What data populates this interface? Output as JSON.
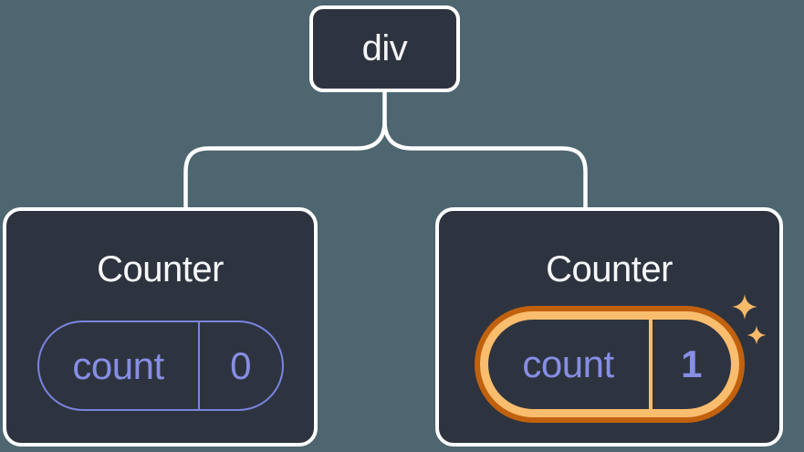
{
  "tree": {
    "root": {
      "label": "div"
    },
    "children": [
      {
        "title": "Counter",
        "state": {
          "key": "count",
          "value": "0"
        },
        "highlighted": false
      },
      {
        "title": "Counter",
        "state": {
          "key": "count",
          "value": "1"
        },
        "highlighted": true
      }
    ]
  },
  "icons": {
    "sparkle_large": "sparkle-icon",
    "sparkle_small": "sparkle-icon"
  },
  "colors": {
    "background": "#4d6670",
    "node_fill": "#2e343f",
    "node_border": "#ffffff",
    "connector_line": "#ffffff",
    "text_primary": "#f6f7f9",
    "state_accent_text": "#868ee5",
    "state_accent_border": "#7a83e0",
    "highlight_outer_ring": "#c1610e",
    "highlight_inner_ring": "#fabd6e",
    "sparkle": "#f8ba68"
  }
}
